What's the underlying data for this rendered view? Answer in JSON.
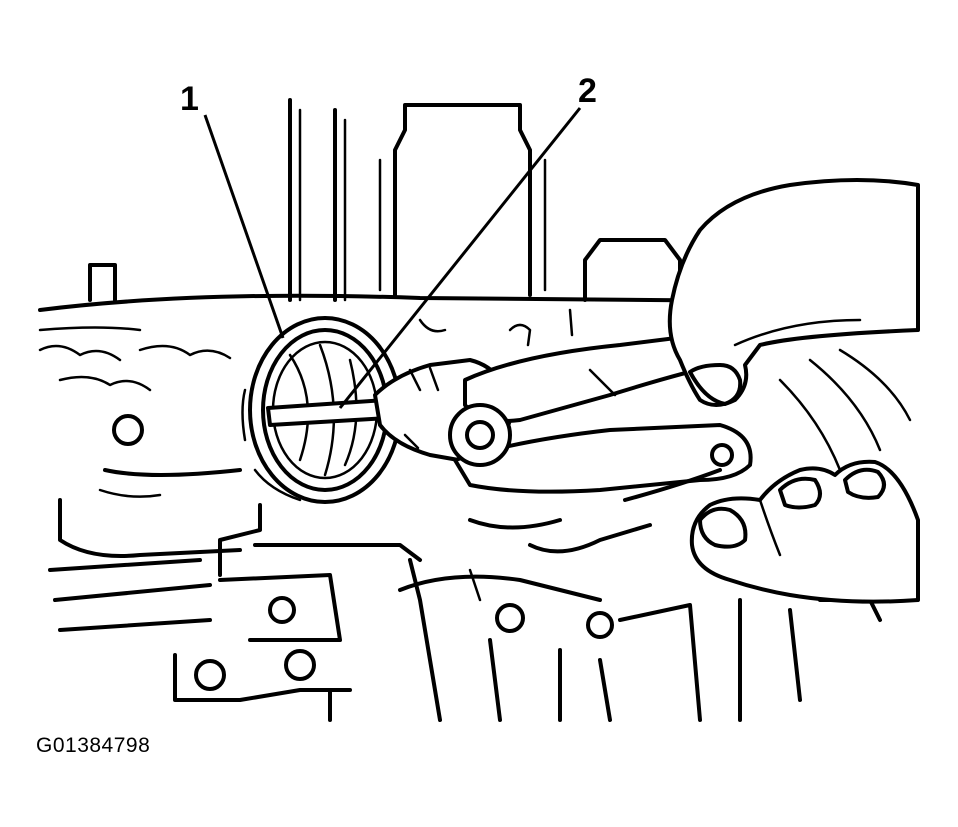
{
  "callouts": {
    "one": "1",
    "two": "2"
  },
  "figure_id": "G01384798",
  "colors": {
    "ink": "#000000",
    "paper": "#ffffff"
  }
}
